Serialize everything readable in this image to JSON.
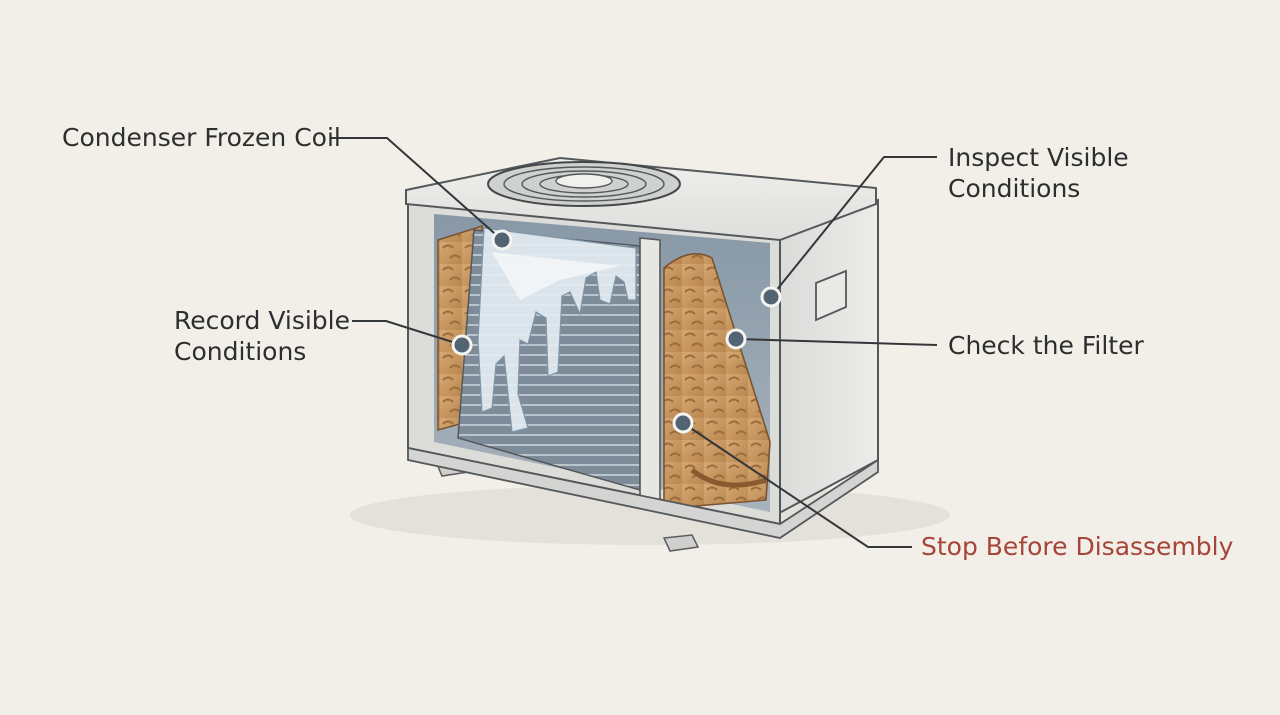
{
  "colors": {
    "background": "#f1efe8",
    "text": "#2d2e2f",
    "warning_text": "#a7443a",
    "callout_dot": "#526473",
    "unit_casing": "#e4e4e1",
    "coil_copper": "#c99963",
    "frost": "#dbe6ee"
  },
  "labels": {
    "condenser_frozen_coil": "Condenser Frozen Coil",
    "record_visible_conditions": [
      "Record Visible",
      "Conditions"
    ],
    "inspect_visible_conditions": [
      "Inspect Visible",
      "Conditions"
    ],
    "check_the_filter": "Check the Filter",
    "stop_before_disassembly": "Stop Before Disassembly"
  }
}
